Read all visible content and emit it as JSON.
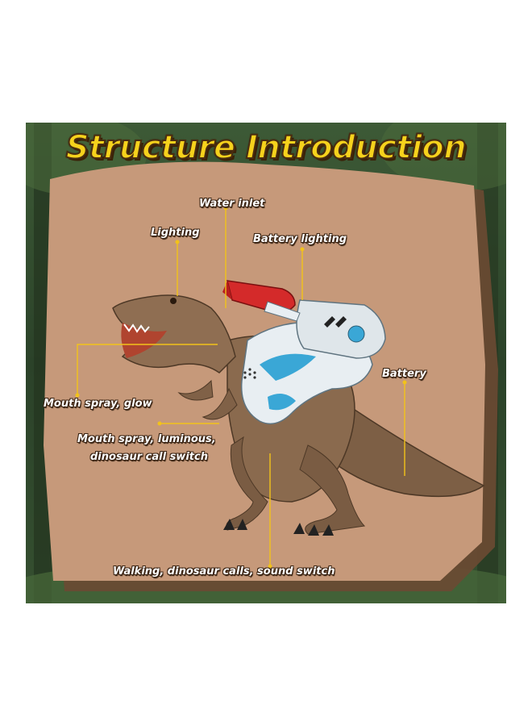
{
  "title": "Structure Introduction",
  "labels": {
    "water_inlet": "Water inlet",
    "lighting": "Lighting",
    "battery_lighting": "Battery lighting",
    "battery": "Battery",
    "mouth_spray_glow": "Mouth spray, glow",
    "mouth_spray_switch_line1": "Mouth spray, luminous,",
    "mouth_spray_switch_line2": "dinosaur call switch",
    "walking_switch": "Walking, dinosaur  calls, sound switch"
  },
  "colors": {
    "background_jungle": "#2f4a2a",
    "panel_tan": "#c6997a",
    "title_yellow": "#f6d21c",
    "leader_line": "#f2c21a",
    "dino_brown": "#8a6a4e",
    "backpack_white": "#e8eef2",
    "backpack_blue": "#3aa7d6",
    "nozzle_red": "#d42a2a"
  }
}
